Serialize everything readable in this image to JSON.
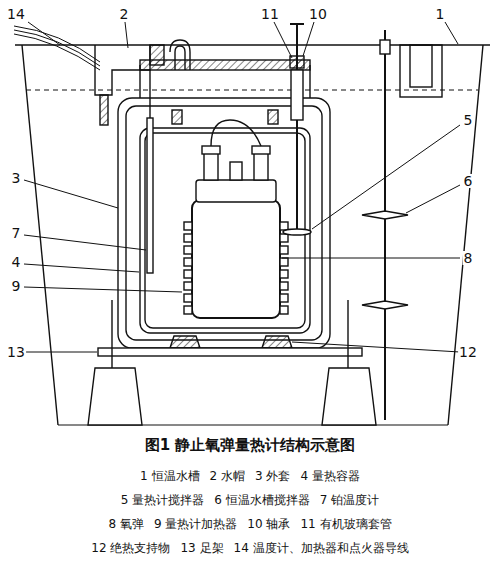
{
  "diagram": {
    "title": "图1 静止氧弹量热计结构示意图",
    "labels": [
      "14",
      "2",
      "11",
      "10",
      "1",
      "5",
      "3",
      "6",
      "7",
      "4",
      "8",
      "9",
      "13",
      "12",
      "1 恒温水槽",
      "2 水帽",
      "3 外套",
      "4 量热容器",
      "5 量热计搅拌器",
      "6 恒温水槽搅拌器",
      "7 铂温度计",
      "8 氧弹",
      "9 量热计加热器",
      "10 轴承",
      "11 有机玻璃套管",
      "12 绝热支持物",
      "13 足架",
      "14 温度计、加热器和点火器导线"
    ]
  }
}
